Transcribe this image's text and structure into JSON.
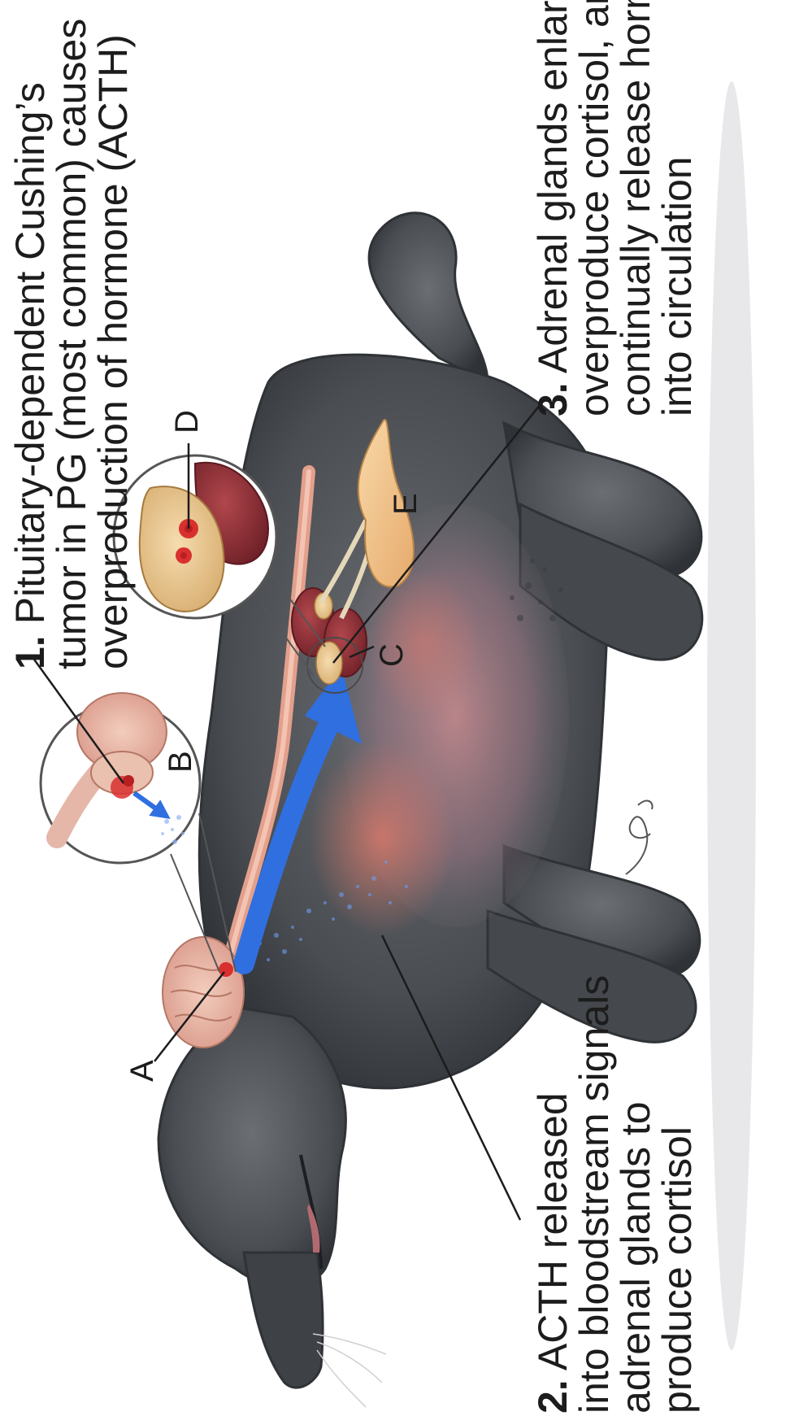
{
  "captions": {
    "step1": {
      "number": "1.",
      "lines": [
        "Pituitary-dependent Cushing’s",
        "tumor in PG (most common) causes",
        "overproduction of hormone (ACTH)"
      ]
    },
    "step2": {
      "number": "2.",
      "lines": [
        "ACTH released",
        "into bloodstream signals",
        "adrenal glands to",
        "produce cortisol"
      ]
    },
    "step3": {
      "number": "3.",
      "lines": [
        "Adrenal glands enlarge,",
        "overproduce cortisol, and",
        "continually release hormone",
        "into circulation"
      ]
    }
  },
  "markers": {
    "A": "A",
    "B": "B",
    "C": "C",
    "D": "D",
    "E": "E"
  },
  "colors": {
    "fur": "#4a4d52",
    "fur_dark": "#2f3236",
    "fur_light": "#7a7d82",
    "brain": "#e8b4a2",
    "tumor": "#d9302f",
    "acth_arrow": "#2f6fe0",
    "kidney": "#8c2f35",
    "adrenal": "#e7c792",
    "bladder": "#f2c690",
    "skin_rash": "#d98a8a",
    "leader_line": "#1c1c1c"
  },
  "icons": [
    "signature-mark"
  ]
}
